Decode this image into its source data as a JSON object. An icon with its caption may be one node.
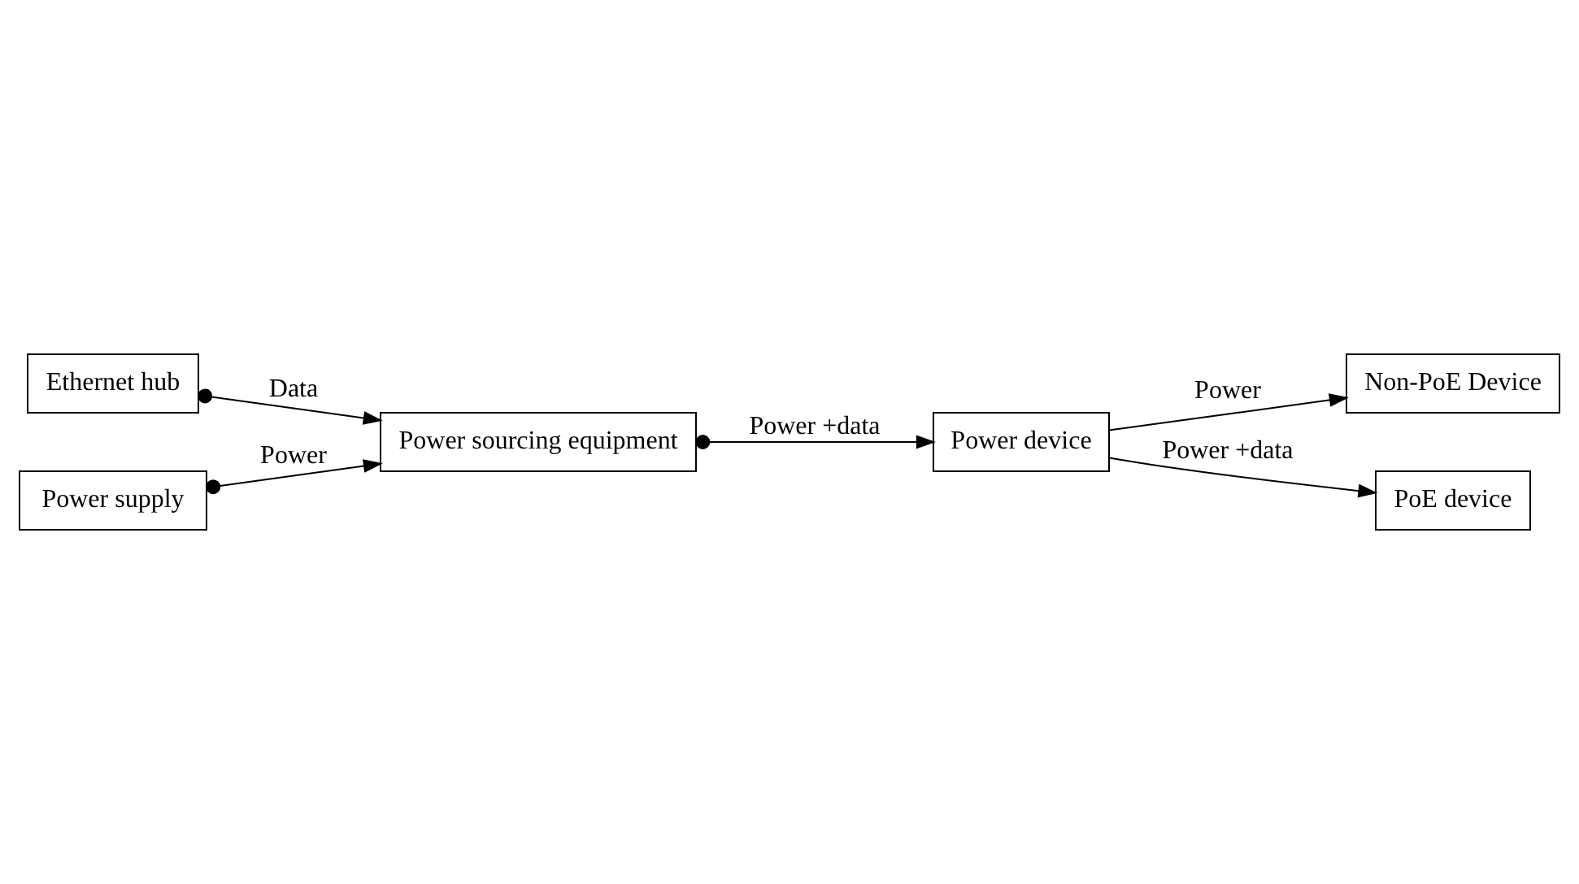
{
  "diagram": {
    "nodes": [
      {
        "text": [
          "Ethernet hub"
        ]
      },
      {
        "text": [
          "Power supply"
        ]
      },
      {
        "text": [
          "Power sourcing equipment"
        ]
      },
      {
        "text": [
          "Power device"
        ]
      },
      {
        "text": [
          "Non-PoE Device"
        ]
      },
      {
        "text": [
          "PoE device"
        ]
      }
    ],
    "edges": [
      {
        "from": 0,
        "to": 2,
        "arrow": "to",
        "label": "Data"
      },
      {
        "from": 1,
        "to": 2,
        "arrow": "to",
        "label": "Power"
      },
      {
        "from": 2,
        "to": 3,
        "arrow": "to",
        "label": "Power +data"
      },
      {
        "from": 3,
        "to": 4,
        "arrow": "to",
        "label": "Power"
      },
      {
        "from": 3,
        "to": 5,
        "arrow": "to",
        "label": "Power +data"
      }
    ]
  }
}
